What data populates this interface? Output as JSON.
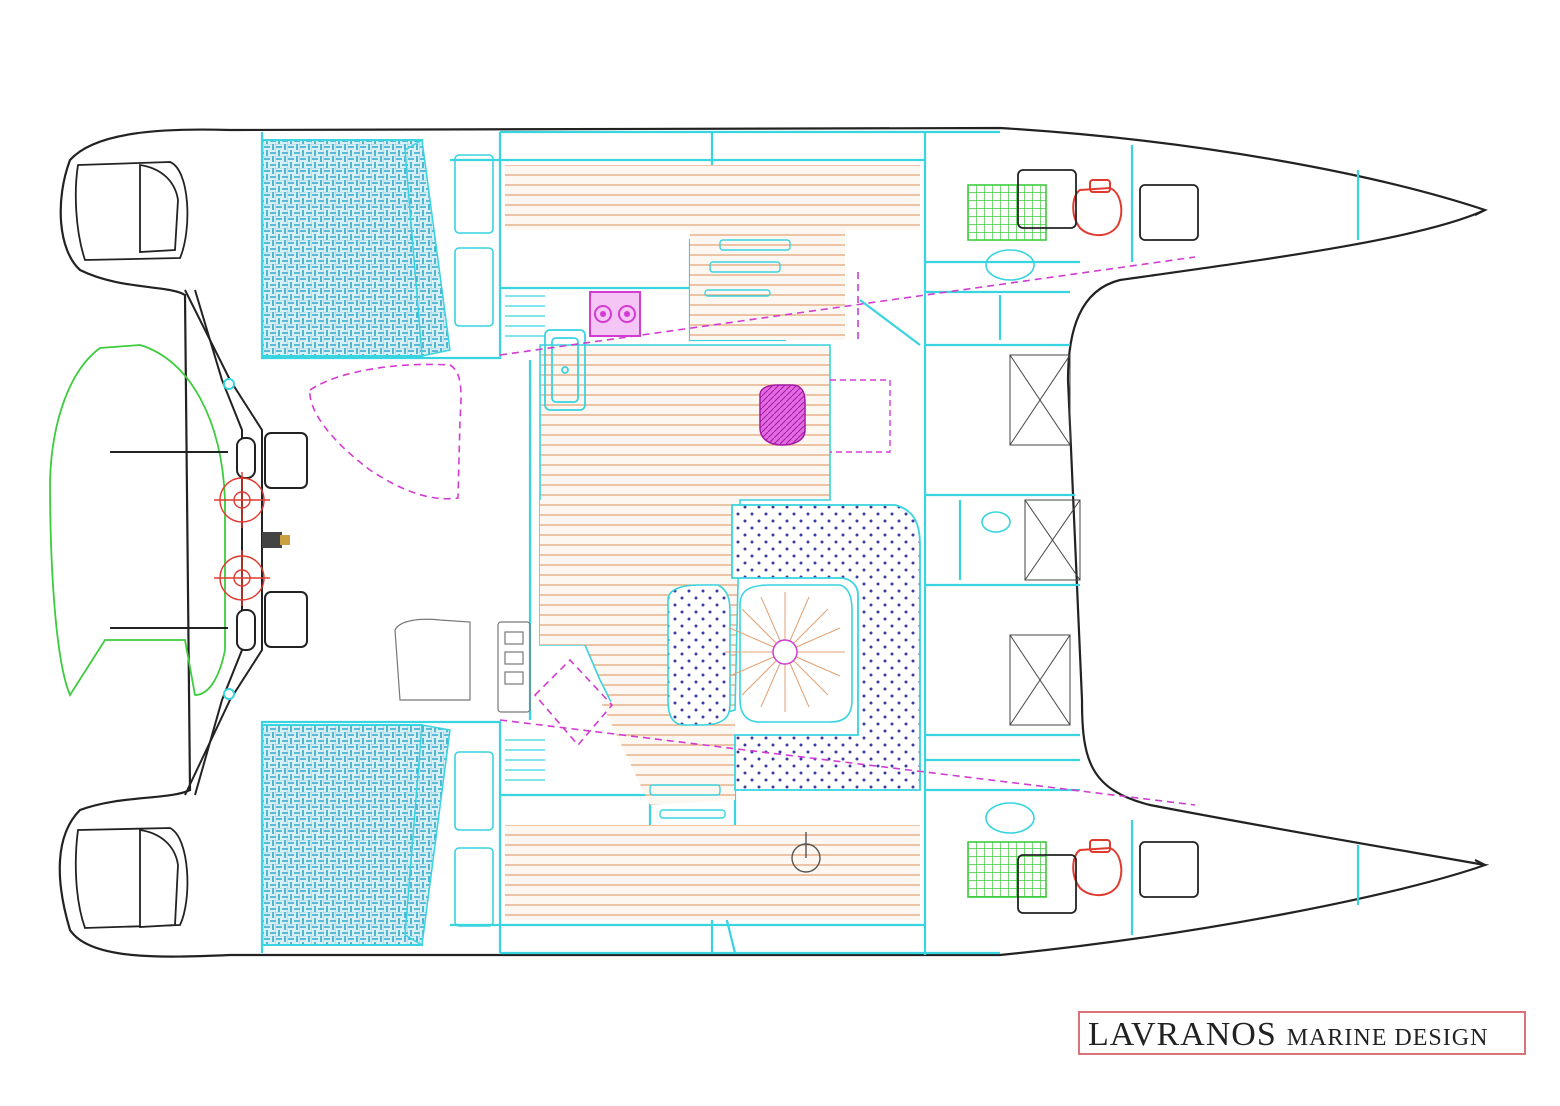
{
  "drawing": {
    "subject": "catamaran",
    "view": "plan"
  },
  "logo": {
    "brand": "LAVRANOS",
    "tagline": "MARINE DESIGN"
  },
  "colors": {
    "hull_outline": "#222222",
    "bulkhead": "#38d4e0",
    "teak_deck": "#e0a070",
    "dashed_overhead": "#d23cd2",
    "berth_mesh": "#2fa7c9",
    "tender": "#3dcc3d",
    "shower_grate": "#3dcc3d",
    "toilet": "#e03a2e",
    "winch": "#e03a2e",
    "stove": "#d23cd2",
    "logo_border": "#d8737a"
  },
  "icons": [
    "helm-seat-icon",
    "winch-icon",
    "toilet-icon",
    "stove-icon",
    "sink-icon",
    "table-icon"
  ]
}
